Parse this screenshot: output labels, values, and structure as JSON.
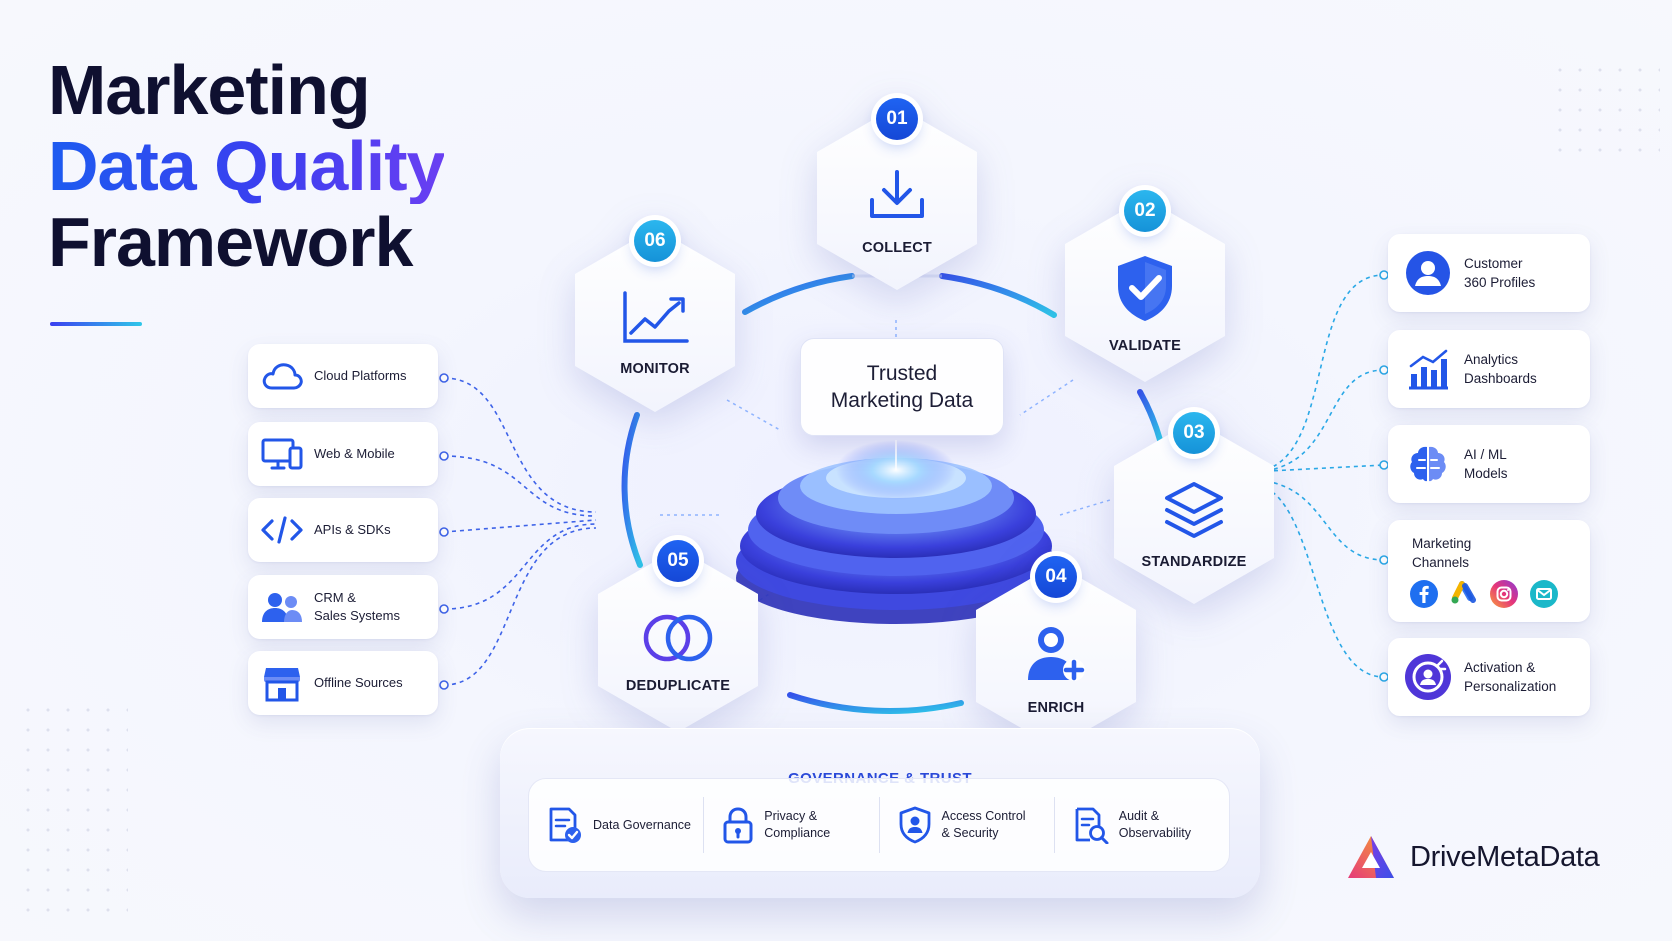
{
  "title": {
    "line1": "Marketing",
    "line2": "Data Quality",
    "line3": "Framework"
  },
  "center": {
    "line1": "Trusted",
    "line2": "Marketing Data"
  },
  "steps": [
    {
      "number": "01",
      "label": "COLLECT",
      "icon": "download-icon"
    },
    {
      "number": "02",
      "label": "VALIDATE",
      "icon": "shield-check-icon"
    },
    {
      "number": "03",
      "label": "STANDARDIZE",
      "icon": "layers-icon"
    },
    {
      "number": "04",
      "label": "ENRICH",
      "icon": "user-plus-icon"
    },
    {
      "number": "05",
      "label": "DEDUPLICATE",
      "icon": "merge-circles-icon"
    },
    {
      "number": "06",
      "label": "MONITOR",
      "icon": "trend-chart-icon"
    }
  ],
  "sources": [
    {
      "label": "Cloud Platforms",
      "icon": "cloud-icon"
    },
    {
      "label": "Web & Mobile",
      "icon": "devices-icon"
    },
    {
      "label": "APIs & SDKs",
      "icon": "code-icon"
    },
    {
      "label": "CRM &\nSales Systems",
      "icon": "users-icon"
    },
    {
      "label": "Offline Sources",
      "icon": "store-icon"
    }
  ],
  "outputs": [
    {
      "label": "Customer\n360 Profiles",
      "icon": "user-profile-icon"
    },
    {
      "label": "Analytics\nDashboards",
      "icon": "bar-chart-icon"
    },
    {
      "label": "AI / ML\nModels",
      "icon": "brain-icon"
    },
    {
      "label": "Marketing\nChannels",
      "icon": "channels-icon"
    },
    {
      "label": "Activation &\nPersonalization",
      "icon": "target-icon"
    }
  ],
  "channel_icons": [
    "facebook-icon",
    "ads-icon",
    "instagram-icon",
    "email-icon"
  ],
  "governance": {
    "title": "GOVERNANCE & TRUST",
    "items": [
      {
        "label": "Data Governance",
        "icon": "governance-doc-icon"
      },
      {
        "label": "Privacy &\nCompliance",
        "icon": "lock-icon"
      },
      {
        "label": "Access Control\n& Security",
        "icon": "shield-user-icon"
      },
      {
        "label": "Audit &\nObservability",
        "icon": "audit-search-icon"
      }
    ]
  },
  "brand": {
    "name": "DriveMetaData"
  },
  "colors": {
    "primary": "#1f55ec",
    "accent": "#2fc7e9",
    "violet": "#6a3ff2",
    "text": "#14152b"
  }
}
